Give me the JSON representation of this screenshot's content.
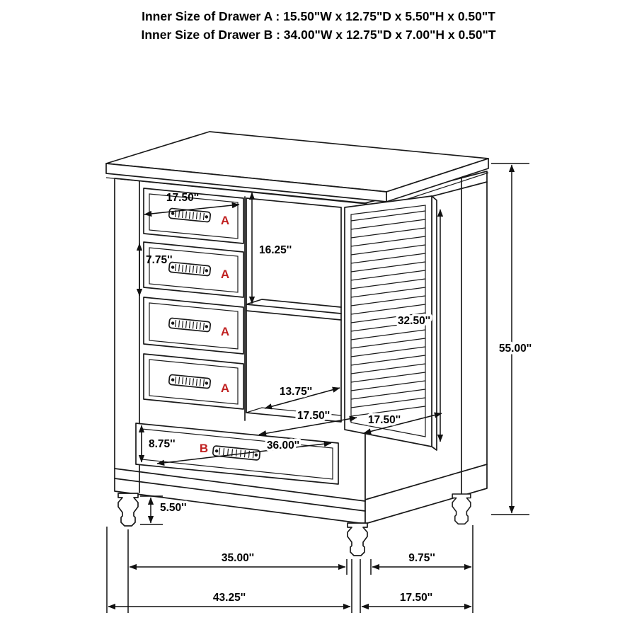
{
  "header": {
    "line1": "Inner Size of Drawer A : 15.50\"W x 12.75\"D x 5.50\"H x 0.50\"T",
    "line2": "Inner Size of Drawer B : 34.00\"W x 12.75\"D x 7.00\"H x 0.50\"T"
  },
  "colors": {
    "ink": "#1a1a1a",
    "red": "#c02020"
  },
  "labels": {
    "drawer_a": "A",
    "drawer_b": "B"
  },
  "dims": {
    "drawer_a_width": "17.50''",
    "upper_height": "16.25''",
    "drawer_a_front_height": "7.75''",
    "door_height": "32.50''",
    "overall_height": "55.00''",
    "shelf_depth": "13.75''",
    "opening_width": "17.50''",
    "door_width": "17.50''",
    "drawer_b_front_height": "8.75''",
    "drawer_b_width": "36.00''",
    "leg_height": "5.50''",
    "leg_span_width": "35.00''",
    "side_lower_depth": "9.75''",
    "overall_width": "43.25''",
    "overall_depth": "17.50''"
  }
}
